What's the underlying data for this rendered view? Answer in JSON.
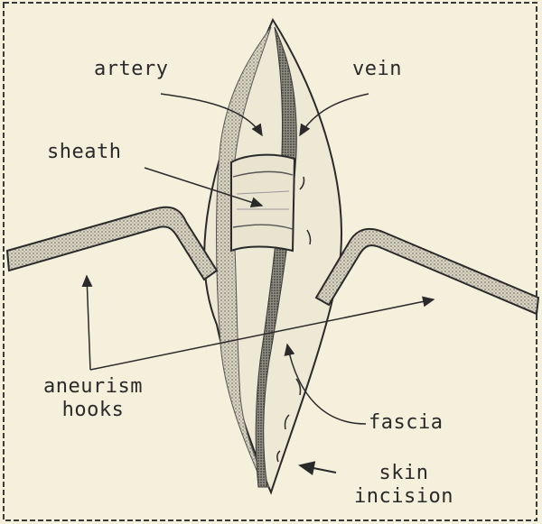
{
  "labels": {
    "artery": "artery",
    "vein": "vein",
    "sheath": "sheath",
    "aneurism_line1": "aneurism",
    "aneurism_line2": "hooks",
    "fascia": "fascia",
    "skin_line1": "skin",
    "skin_line2": "incision"
  },
  "colors": {
    "paper": "#f4f0dc",
    "ink": "#2a2a2a",
    "shading": "#8a8a80"
  }
}
